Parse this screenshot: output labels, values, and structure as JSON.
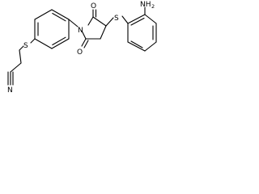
{
  "structure": {
    "atoms": {
      "n_imide": "N",
      "s_upper": "S",
      "s_left": "S",
      "o_top": "O",
      "o_bottom": "O",
      "n_nitrile": "N",
      "nh2_main": "NH",
      "nh2_sub": "2"
    }
  }
}
